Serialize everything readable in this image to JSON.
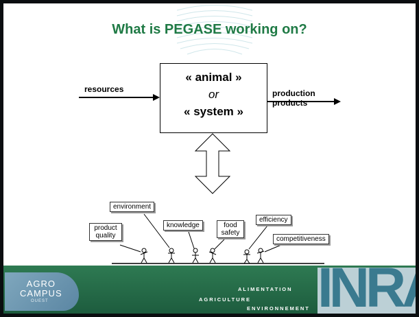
{
  "title": "What is PEGASE working on?",
  "left_label": "resources",
  "right_label": [
    "production",
    "products"
  ],
  "center_box": {
    "line1": "« animal »",
    "line2": "or",
    "line3": "« system »"
  },
  "stakeholders": [
    "product\nquality",
    "environment",
    "knowledge",
    "food\nsafety",
    "efficiency",
    "competitiveness"
  ],
  "footer": {
    "agro_logo": {
      "line1": "AGRO",
      "line2": "CAMPUS",
      "subtitle": "OUEST"
    },
    "tagline": [
      "ALIMENTATION",
      "AGRICULTURE",
      "ENVIRONNEMENT"
    ],
    "inra_logo": "INRA"
  },
  "colors": {
    "title": "#1f7a45",
    "footer_green": "#2e7a52",
    "inra": "#3a7a8f"
  }
}
